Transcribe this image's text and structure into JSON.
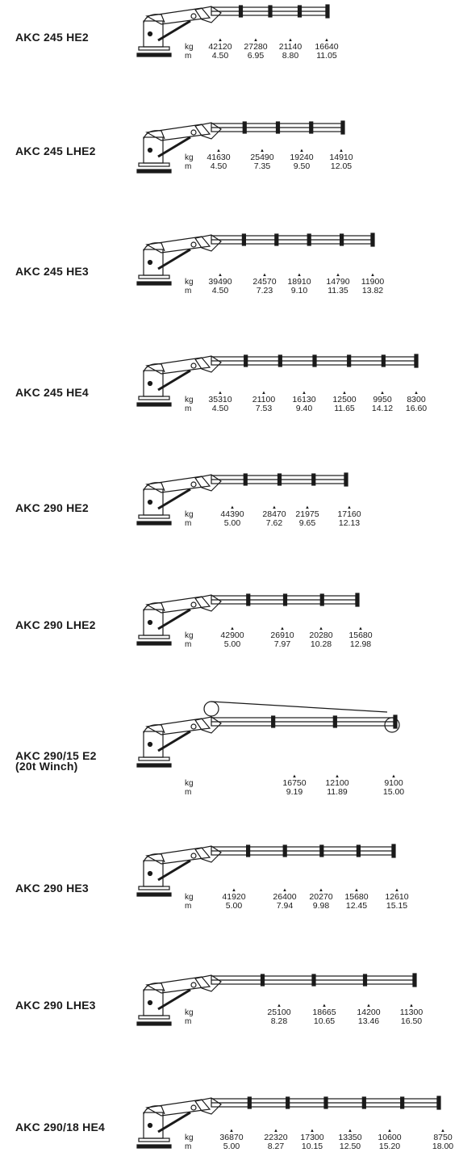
{
  "units": {
    "kg": "kg",
    "m": "m"
  },
  "models": [
    {
      "name": "AKC 245 HE2",
      "capacities": [
        {
          "kg": "42120",
          "m": "4.50"
        },
        {
          "kg": "27280",
          "m": "6.95"
        },
        {
          "kg": "21140",
          "m": "8.80"
        },
        {
          "kg": "16640",
          "m": "11.05"
        }
      ]
    },
    {
      "name": "AKC 245 LHE2",
      "capacities": [
        {
          "kg": "41630",
          "m": "4.50"
        },
        {
          "kg": "25490",
          "m": "7.35"
        },
        {
          "kg": "19240",
          "m": "9.50"
        },
        {
          "kg": "14910",
          "m": "12.05"
        }
      ]
    },
    {
      "name": "AKC 245 HE3",
      "capacities": [
        {
          "kg": "39490",
          "m": "4.50"
        },
        {
          "kg": "24570",
          "m": "7.23"
        },
        {
          "kg": "18910",
          "m": "9.10"
        },
        {
          "kg": "14790",
          "m": "11.35"
        },
        {
          "kg": "11900",
          "m": "13.82"
        }
      ]
    },
    {
      "name": "AKC 245 HE4",
      "capacities": [
        {
          "kg": "35310",
          "m": "4.50"
        },
        {
          "kg": "21100",
          "m": "7.53"
        },
        {
          "kg": "16130",
          "m": "9.40"
        },
        {
          "kg": "12500",
          "m": "11.65"
        },
        {
          "kg": "9950",
          "m": "14.12"
        },
        {
          "kg": "8300",
          "m": "16.60"
        }
      ]
    },
    {
      "name": "AKC 290 HE2",
      "capacities": [
        {
          "kg": "44390",
          "m": "5.00"
        },
        {
          "kg": "28470",
          "m": "7.62"
        },
        {
          "kg": "21975",
          "m": "9.65"
        },
        {
          "kg": "17160",
          "m": "12.13"
        }
      ]
    },
    {
      "name": "AKC 290 LHE2",
      "capacities": [
        {
          "kg": "42900",
          "m": "5.00"
        },
        {
          "kg": "26910",
          "m": "7.97"
        },
        {
          "kg": "20280",
          "m": "10.28"
        },
        {
          "kg": "15680",
          "m": "12.98"
        }
      ]
    },
    {
      "name": "AKC 290/15 E2\n(20t Winch)",
      "capacities": [
        {
          "kg": "16750",
          "m": "9.19"
        },
        {
          "kg": "12100",
          "m": "11.89"
        },
        {
          "kg": "9100",
          "m": "15.00"
        }
      ]
    },
    {
      "name": "AKC 290 HE3",
      "capacities": [
        {
          "kg": "41920",
          "m": "5.00"
        },
        {
          "kg": "26400",
          "m": "7.94"
        },
        {
          "kg": "20270",
          "m": "9.98"
        },
        {
          "kg": "15680",
          "m": "12.45"
        },
        {
          "kg": "12610",
          "m": "15.15"
        }
      ]
    },
    {
      "name": "AKC 290 LHE3",
      "capacities": [
        {
          "kg": "25100",
          "m": "8.28"
        },
        {
          "kg": "18665",
          "m": "10.65"
        },
        {
          "kg": "14200",
          "m": "13.46"
        },
        {
          "kg": "11300",
          "m": "16.50"
        }
      ]
    },
    {
      "name": "AKC 290/18 HE4",
      "capacities": [
        {
          "kg": "36870",
          "m": "5.00"
        },
        {
          "kg": "22320",
          "m": "8.27"
        },
        {
          "kg": "17300",
          "m": "10.15"
        },
        {
          "kg": "13350",
          "m": "12.50"
        },
        {
          "kg": "10600",
          "m": "15.20"
        },
        {
          "kg": "8750",
          "m": "18.00"
        }
      ]
    }
  ]
}
